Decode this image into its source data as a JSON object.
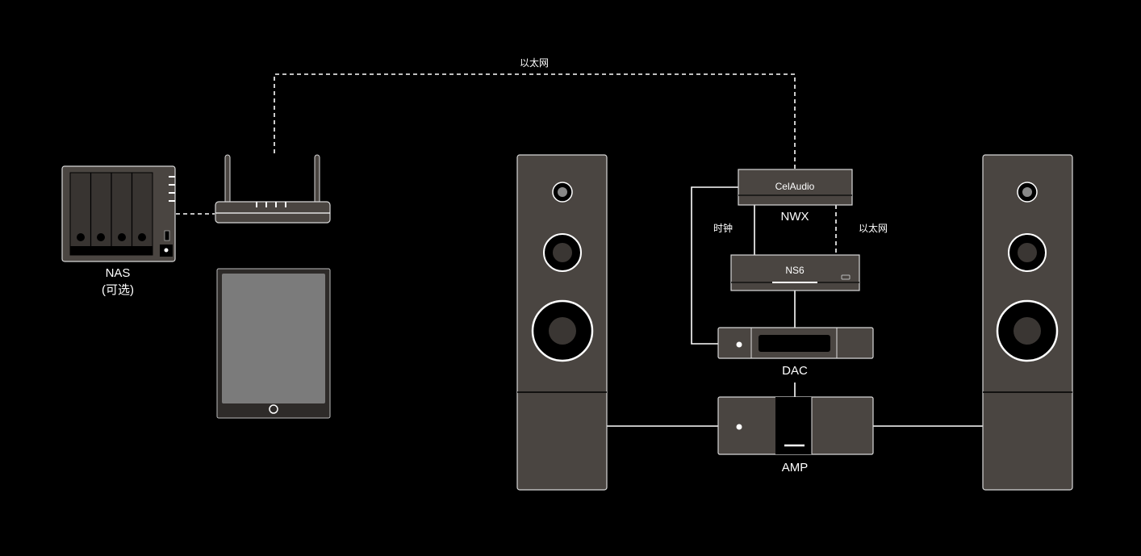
{
  "labels": {
    "ethernet_top": "以太网",
    "nas": "NAS",
    "nas_optional": "(可选)",
    "nwx_brand": "CelAudio",
    "nwx": "NWX",
    "clock": "时钟",
    "ethernet_side": "以太网",
    "ns6": "NS6",
    "dac": "DAC",
    "amp": "AMP"
  },
  "colors": {
    "background": "#000000",
    "device": "#4a4541",
    "line": "#ffffff"
  }
}
